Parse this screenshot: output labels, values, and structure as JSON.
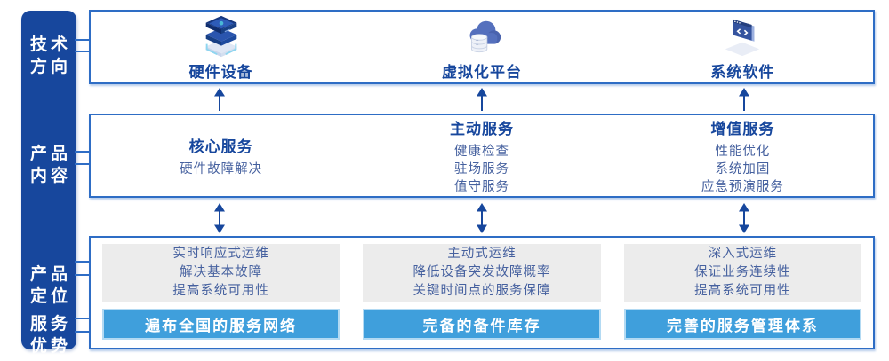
{
  "colors": {
    "rail_navy": "#17479D",
    "box_border_blue": "#2E6DC5",
    "heading_navy": "#17479D",
    "subtext_blue": "#46619F",
    "bottom_bar_blue": "#3F9FDC",
    "gray_box": "#ECECEC",
    "arrow_navy": "#17479D"
  },
  "rail": {
    "items": [
      {
        "line1": "技术",
        "line2": "方向"
      },
      {
        "line1": "产品",
        "line2": "内容"
      },
      {
        "line1": "产品",
        "line2": "定位"
      },
      {
        "line1": "服务",
        "line2": "优势"
      }
    ]
  },
  "tech_row": {
    "items": [
      {
        "icon": "server-stack-icon",
        "label": "硬件设备"
      },
      {
        "icon": "cloud-database-icon",
        "label": "虚拟化平台"
      },
      {
        "icon": "code-window-icon",
        "label": "系统软件"
      }
    ]
  },
  "content_row": {
    "items": [
      {
        "title": "核心服务",
        "lines": [
          "硬件故障解决"
        ]
      },
      {
        "title": "主动服务",
        "lines": [
          "健康检查",
          "驻场服务",
          "值守服务"
        ]
      },
      {
        "title": "增值服务",
        "lines": [
          "性能优化",
          "系统加固",
          "应急预演服务"
        ]
      }
    ]
  },
  "positioning_row": {
    "items": [
      {
        "lines": [
          "实时响应式运维",
          "解决基本故障",
          "提高系统可用性"
        ],
        "bar": "遍布全国的服务网络"
      },
      {
        "lines": [
          "主动式运维",
          "降低设备突发故障概率",
          "关键时间点的服务保障"
        ],
        "bar": "完备的备件库存"
      },
      {
        "lines": [
          "深入式运维",
          "保证业务连续性",
          "提高系统可用性"
        ],
        "bar": "完善的服务管理体系"
      }
    ]
  }
}
